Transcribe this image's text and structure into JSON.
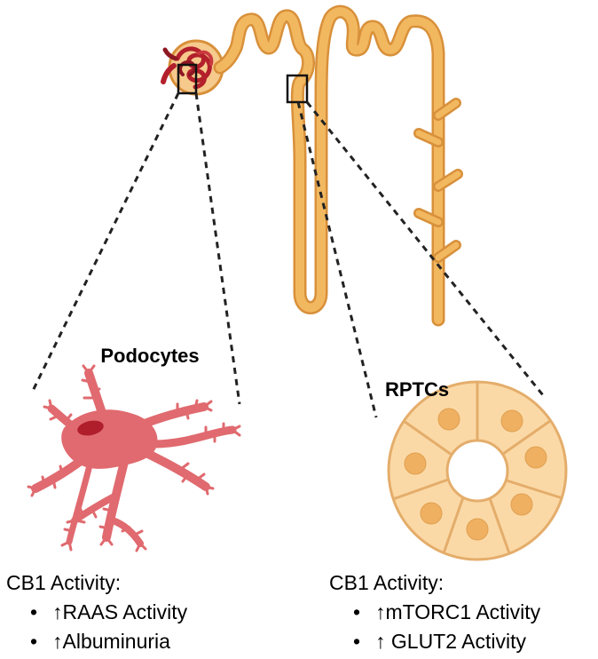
{
  "podocytes": {
    "title": "Podocytes",
    "heading": "CB1 Activity:",
    "items": [
      {
        "bullet": "•",
        "text": "↑RAAS Activity"
      },
      {
        "bullet": "•",
        "text": "↑Albuminuria"
      }
    ]
  },
  "rptcs": {
    "title": "RPTCs",
    "heading": "CB1 Activity:",
    "items": [
      {
        "bullet": "•",
        "text": "↑mTORC1 Activity"
      },
      {
        "bullet": "•",
        "text": "↑ GLUT2 Activity"
      }
    ]
  },
  "colors": {
    "tubule_fill": "#f2b860",
    "tubule_outline": "#d8903a",
    "glomerulus_capsule": "#e9a86a",
    "glomerulus_vessel": "#b3202c",
    "podocyte_fill": "#e06a6f",
    "podocyte_nucleus": "#b01e2c",
    "rptc_fill": "#fbd9a6",
    "rptc_outline": "#e4ad6b",
    "rptc_nucleus": "#efb062",
    "dash_line": "#222222"
  }
}
